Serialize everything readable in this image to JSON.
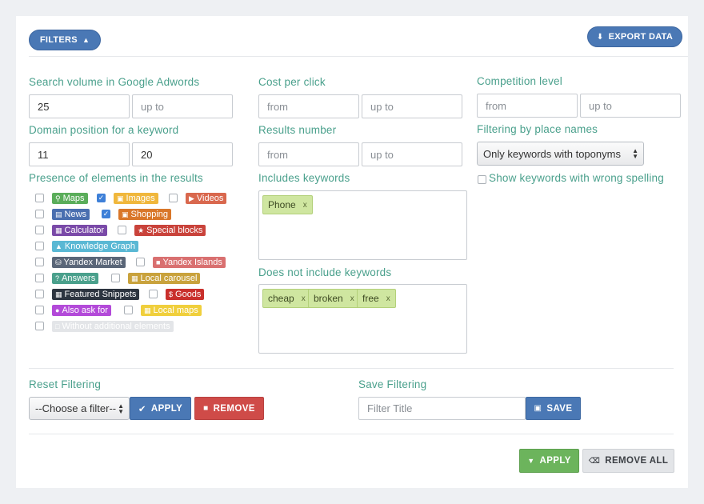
{
  "toolbar": {
    "filters_label": "FILTERS",
    "export_label": "EXPORT DATA"
  },
  "fields": {
    "search_volume": {
      "label": "Search volume in Google Adwords",
      "from_value": "25",
      "to_placeholder": "up to"
    },
    "cpc": {
      "label": "Cost per click",
      "from_placeholder": "from",
      "to_placeholder": "up to"
    },
    "competition": {
      "label": "Competition level",
      "from_placeholder": "from",
      "to_placeholder": "up to"
    },
    "domain_position": {
      "label": "Domain position for a keyword",
      "from_value": "11",
      "to_value": "20"
    },
    "results_number": {
      "label": "Results number",
      "from_placeholder": "from",
      "to_placeholder": "up to"
    },
    "place_names": {
      "label": "Filtering by place names",
      "selected": "Only keywords with toponyms"
    },
    "wrong_spelling": {
      "label": "Show keywords with wrong spelling",
      "checked": false
    }
  },
  "presence": {
    "label": "Presence of elements in the results",
    "items": [
      {
        "label": "Maps",
        "icon": "map-pin-icon",
        "color": "#5aad5a",
        "checked": false
      },
      {
        "label": "Images",
        "icon": "image-icon",
        "color": "#f0b73c",
        "checked": true
      },
      {
        "label": "Videos",
        "icon": "video-icon",
        "color": "#d9684e",
        "checked": false
      },
      {
        "label": "News",
        "icon": "newspaper-icon",
        "color": "#4a6fb0",
        "checked": false
      },
      {
        "label": "Shopping",
        "icon": "money-icon",
        "color": "#d9772a",
        "checked": true
      },
      {
        "label": "Calculator",
        "icon": "calculator-icon",
        "color": "#7a4aa8",
        "checked": false
      },
      {
        "label": "Special blocks",
        "icon": "star-icon",
        "color": "#c9433b",
        "checked": false
      },
      {
        "label": "Knowledge Graph",
        "icon": "graduation-cap-icon",
        "color": "#5ab8d4",
        "checked": false
      },
      {
        "label": "Yandex Market",
        "icon": "cart-icon",
        "color": "#5a6678",
        "checked": false
      },
      {
        "label": "Yandex Islands",
        "icon": "puzzle-icon",
        "color": "#d97070",
        "checked": false
      },
      {
        "label": "Answers",
        "icon": "question-icon",
        "color": "#4aa08c",
        "checked": false
      },
      {
        "label": "Local carousel",
        "icon": "grid-icon",
        "color": "#c9a23c",
        "checked": false
      },
      {
        "label": "Featured Snippets",
        "icon": "table-icon",
        "color": "#2d3540",
        "checked": false
      },
      {
        "label": "Goods",
        "icon": "dollar-icon",
        "color": "#c9302c",
        "checked": false
      },
      {
        "label": "Also ask for",
        "icon": "comment-icon",
        "color": "#b34ad9",
        "checked": false
      },
      {
        "label": "Local maps",
        "icon": "map-icon",
        "color": "#f0cf3c",
        "checked": false
      },
      {
        "label": "Without additional elements",
        "icon": "file-icon",
        "color": "#e3e5e8",
        "checked": false
      }
    ]
  },
  "includes": {
    "label": "Includes keywords",
    "chips": [
      "Phone"
    ]
  },
  "excludes": {
    "label": "Does not include keywords",
    "chips": [
      "cheap",
      "broken",
      "free"
    ]
  },
  "reset": {
    "label": "Reset Filtering",
    "select_value": "--Choose a filter--",
    "apply_label": "APPLY",
    "remove_label": "REMOVE"
  },
  "save": {
    "label": "Save Filtering",
    "placeholder": "Filter Title",
    "save_label": "SAVE"
  },
  "footer": {
    "apply_label": "APPLY",
    "remove_all_label": "REMOVE ALL"
  },
  "colors": {
    "accent": "#4a78b5",
    "label": "#4aa08c",
    "danger": "#cf4b48",
    "success": "#6cb45c"
  }
}
